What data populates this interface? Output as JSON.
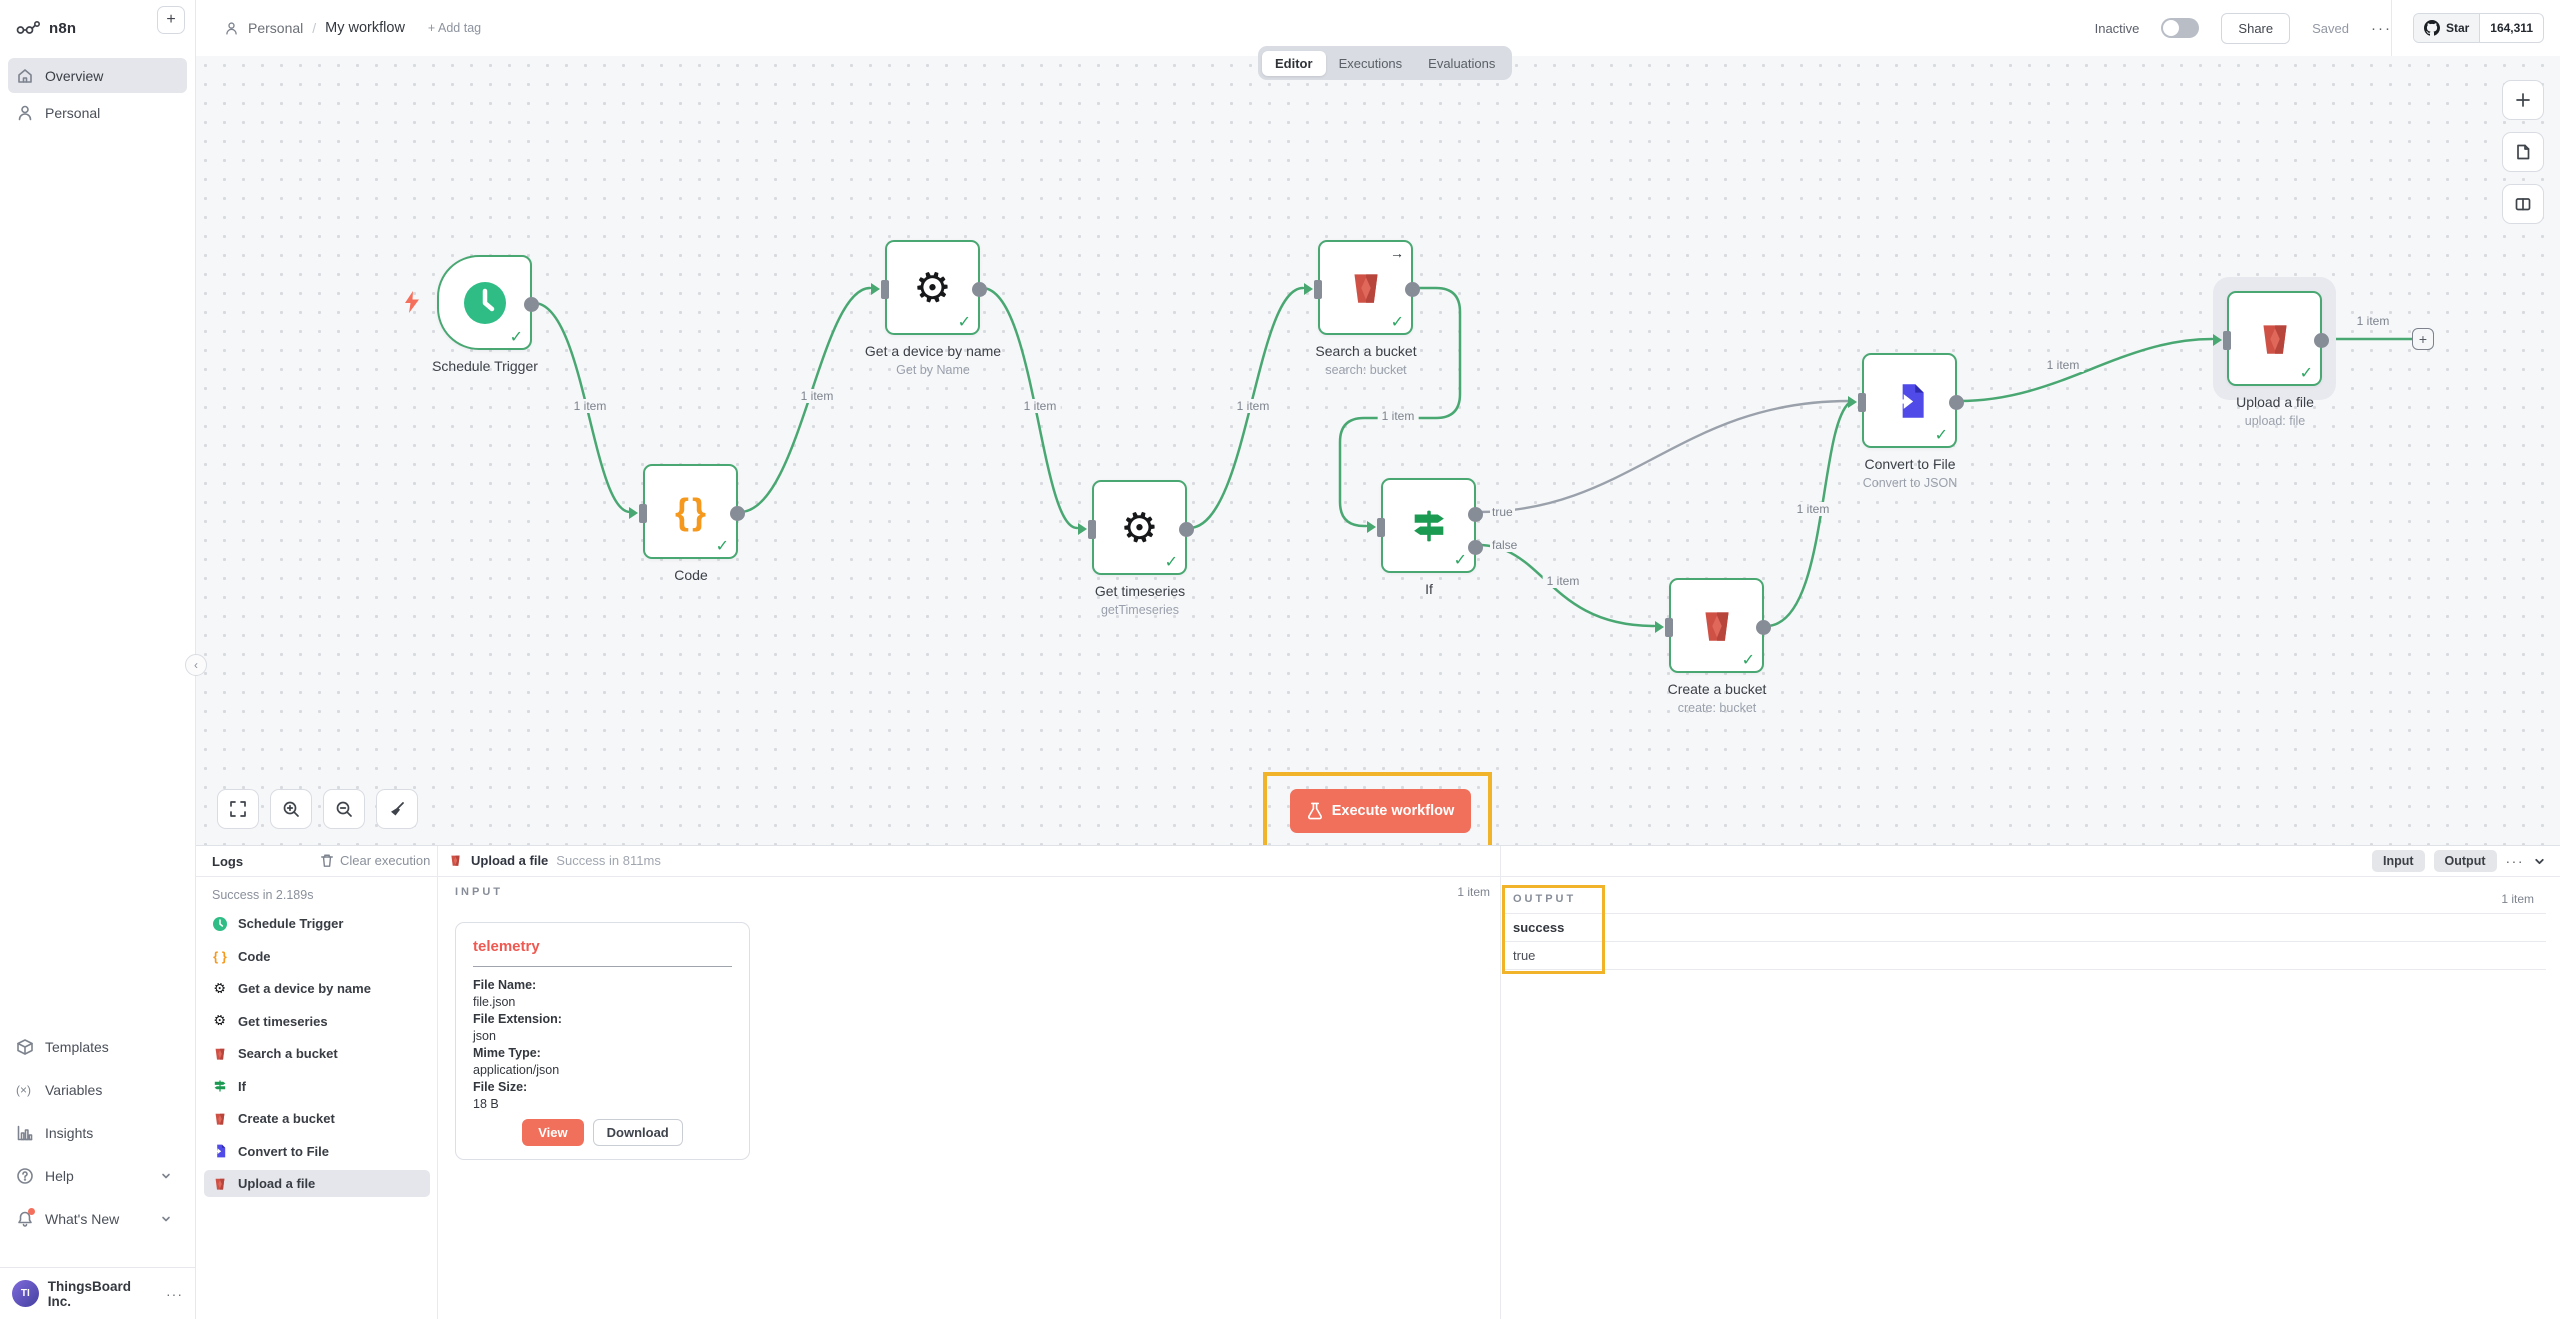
{
  "colors": {
    "accent": "#f1705b",
    "success_green": "#49a772",
    "annotation_yellow": "#f0b32a",
    "convert_blue": "#4f4ae8",
    "s3_red": "#cf5146",
    "code_orange": "#f5991e",
    "trigger_green": "#2fbd85",
    "if_green": "#1b9a52"
  },
  "brand": {
    "name": "n8n"
  },
  "sidebar": {
    "new_button": "+",
    "nav": [
      {
        "label": "Overview"
      },
      {
        "label": "Personal"
      }
    ],
    "nav_bottom": [
      {
        "label": "Templates"
      },
      {
        "label": "Variables"
      },
      {
        "label": "Insights"
      },
      {
        "label": "Help"
      },
      {
        "label": "What's New"
      }
    ],
    "account": {
      "initials": "TI",
      "name": "ThingsBoard Inc.",
      "menu": "···"
    }
  },
  "header": {
    "breadcrumb": {
      "project": "Personal",
      "separator": "/",
      "title": "My workflow",
      "add_tag": "+ Add tag"
    },
    "tabs": [
      {
        "label": "Editor"
      },
      {
        "label": "Executions"
      },
      {
        "label": "Evaluations"
      }
    ],
    "inactive_label": "Inactive",
    "share_label": "Share",
    "saved_label": "Saved",
    "more_label": "···",
    "github": {
      "star_label": "Star",
      "star_count": "164,311"
    }
  },
  "canvas": {
    "nodes": [
      {
        "name": "Schedule Trigger",
        "subtitle": ""
      },
      {
        "name": "Code",
        "subtitle": ""
      },
      {
        "name": "Get a device by name",
        "subtitle": "Get by Name"
      },
      {
        "name": "Get timeseries",
        "subtitle": "getTimeseries"
      },
      {
        "name": "Search a bucket",
        "subtitle": "search: bucket"
      },
      {
        "name": "If",
        "subtitle": ""
      },
      {
        "name": "Create a bucket",
        "subtitle": "create: bucket"
      },
      {
        "name": "Convert to File",
        "subtitle": "Convert to JSON"
      },
      {
        "name": "Upload a file",
        "subtitle": "upload: file"
      }
    ],
    "if_outputs": {
      "true_label": "true",
      "false_label": "false"
    },
    "edge_labels": [
      "1 item",
      "1 item",
      "1 item",
      "1 item",
      "1 item",
      "1 item",
      "1 item",
      "1 item",
      "1 item"
    ],
    "execute_button": "Execute workflow",
    "add_node_button": "+"
  },
  "logs": {
    "title": "Logs",
    "clear_label": "Clear execution",
    "selected": {
      "name": "Upload a file",
      "status": "Success in 811ms"
    },
    "input_button": "Input",
    "output_button": "Output",
    "more": "···",
    "run_summary": "Success in 2.189s",
    "entries": [
      {
        "label": "Schedule Trigger"
      },
      {
        "label": "Code"
      },
      {
        "label": "Get a device by name"
      },
      {
        "label": "Get timeseries"
      },
      {
        "label": "Search a bucket"
      },
      {
        "label": "If"
      },
      {
        "label": "Create a bucket"
      },
      {
        "label": "Convert to File"
      },
      {
        "label": "Upload a file"
      }
    ],
    "input_panel": {
      "heading": "INPUT",
      "count": "1 item",
      "card": {
        "title": "telemetry",
        "fields": [
          {
            "label": "File Name:",
            "value": "file.json"
          },
          {
            "label": "File Extension:",
            "value": "json"
          },
          {
            "label": "Mime Type:",
            "value": "application/json"
          },
          {
            "label": "File Size:",
            "value": "18 B"
          }
        ],
        "view_button": "View",
        "download_button": "Download"
      }
    },
    "output_panel": {
      "heading": "OUTPUT",
      "count": "1 item",
      "rows": [
        {
          "key": "success",
          "value": "true"
        }
      ]
    }
  }
}
